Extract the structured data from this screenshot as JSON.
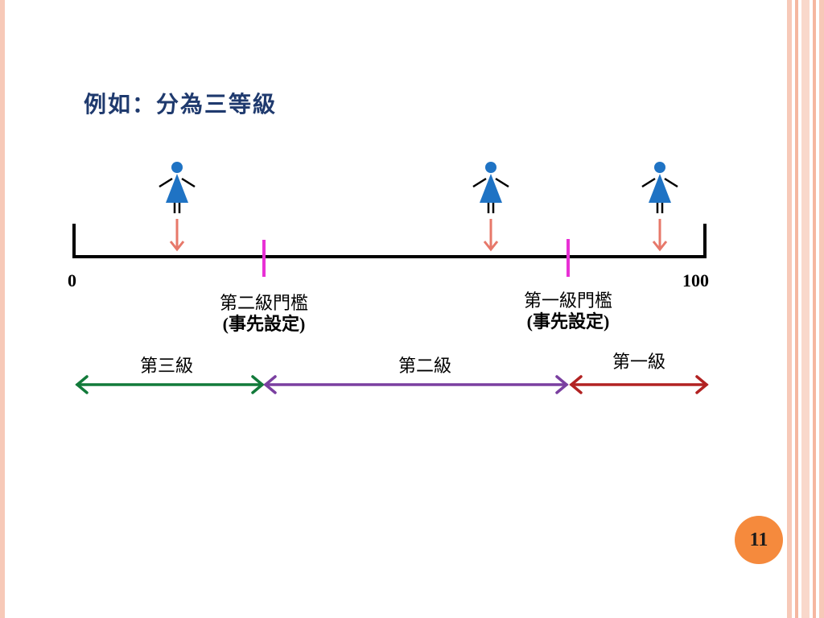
{
  "slide": {
    "title": "例如：分為三等級",
    "page_number": "11"
  },
  "scale": {
    "min_label": "0",
    "max_label": "100"
  },
  "thresholds": [
    {
      "line1": "第二級門檻",
      "line2": "(事先設定)",
      "color": "#e831d5"
    },
    {
      "line1": "第一級門檻",
      "line2": "(事先設定)",
      "color": "#e831d5"
    }
  ],
  "levels": [
    {
      "label": "第三級",
      "color": "#127a3a"
    },
    {
      "label": "第二級",
      "color": "#7a3fa0"
    },
    {
      "label": "第一級",
      "color": "#b22222"
    }
  ],
  "people": {
    "count": 3,
    "figure_color": "#1f73c4",
    "arrow_color": "#e7786a"
  },
  "colors": {
    "axis": "#000000",
    "border_stripes": [
      "#f7c9b8",
      "#f5b7a0",
      "#f9d8cb"
    ],
    "badge": "#f58a3d"
  }
}
